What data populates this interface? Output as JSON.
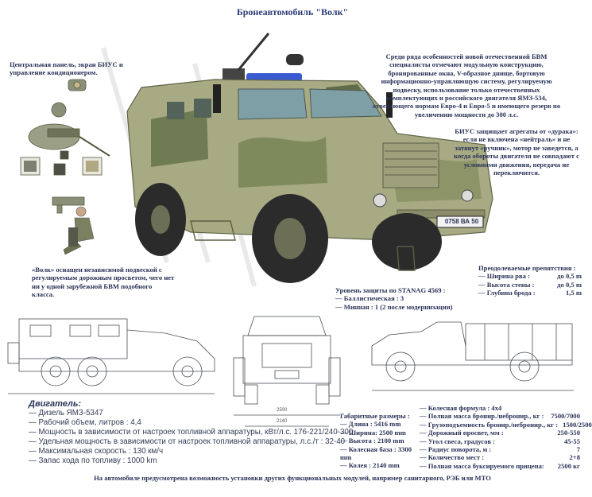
{
  "title": "Бронеавтомобиль \"Волк\"",
  "top_left_caption": "Центральная панель, экран БИУС и управление кондиционером.",
  "right_intro": "Среди ряда особенностей новой отечественной БВМ специалисты отмечают модульную конструкцию, бронированные окна, V-образное днище, бортовую информационно-управляющую систему, регулируемую подвеску, использование только отечественных комплектующих и российского двигателя ЯМЗ-534, отвечающего нормам Евро-4 и Евро-5 и имеющего резерв по увеличению мощности до 300 л.с.",
  "bius_text": "БИУС защищает агрегаты от «дурака»: если не включена «нейтраль» и не затянут «ручник», мотор не заведется, а когда обороты двигателя не совпадают с условиями движения, передача не переключится.",
  "suspension_text": "«Волк» оснащен независимой подвеской с регулируемым дорожным просветом, чего нет ни у одной зарубежной БВМ подобного класса.",
  "plate": "0758 ВА 50",
  "obstacles": {
    "title": "Преодолеваемые препятствия :",
    "items": [
      {
        "label": "— Ширина рва :",
        "value": "до 0,5 m"
      },
      {
        "label": "— Высота стены :",
        "value": "до 0,5 m"
      },
      {
        "label": "— Глубина брода :",
        "value": "1,5 m"
      }
    ]
  },
  "stanag": {
    "title": "Уровень защиты по STANAG 4569 :",
    "items": [
      "— Баллистическая : 3",
      "— Минная : 1 (2 после модернизации)"
    ]
  },
  "dimensions": {
    "front_width": "2500",
    "front_track": "2140"
  },
  "engine": {
    "title": "Двигатель:",
    "items": [
      "— Дизель ЯМЗ-5347",
      "— Рабочий объем, литров : 4,4",
      "— Мощность в зависимости от настроек топливной аппаратуры, кВт/л.с. 176-221/240-300",
      "— Удельная мощность в зависимости от настроек топливной аппаратуры, л.с./т : 32-40",
      "— Максимальная скорость : 130 км/ч",
      "— Запас хода по топливу : 1000 km"
    ]
  },
  "gabarits": {
    "title": "Габаритные размеры :",
    "items": [
      "— Длина : 5416 mm",
      "— Ширина: 2500 mm",
      "— Высота : 2100 mm",
      "— Колесная база : 3300 mm",
      "— Колея : 2140 mm"
    ]
  },
  "specs": [
    {
      "label": "— Колесная формула : 4х4",
      "value": ""
    },
    {
      "label": "— Полная масса бронир./небронир., кг :",
      "value": "7500/7000"
    },
    {
      "label": "— Грузоподъемность бронир./небронир., кг :",
      "value": "1500/2500"
    },
    {
      "label": "— Дорожный просвет, мм :",
      "value": "250-550"
    },
    {
      "label": "— Угол свеса, градусов :",
      "value": "45-55"
    },
    {
      "label": "— Радиус поворота, м :",
      "value": "7"
    },
    {
      "label": "— Количество мест :",
      "value": "2+8"
    },
    {
      "label": "— Полная масса буксируемого прицепа:",
      "value": "2500 кг"
    }
  ],
  "footer": "На автомобиле предусмотрена возможность установки других функциональных модулей, например санитарного, РЭБ или МТО",
  "colors": {
    "text": "#2a3358",
    "camo_light": "#b8bb92",
    "camo_mid": "#8c9468",
    "camo_dark": "#5b6a48",
    "tire": "#2a2b2a"
  }
}
